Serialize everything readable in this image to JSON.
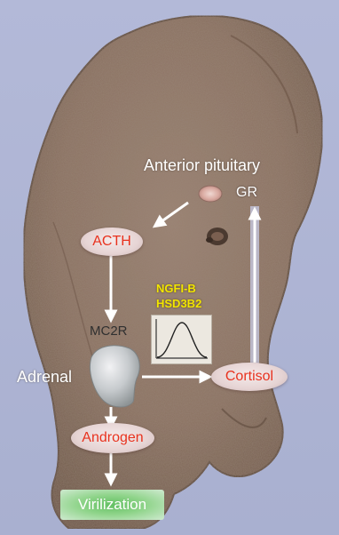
{
  "labels": {
    "anterior_pituitary": "Anterior pituitary",
    "gr": "GR",
    "acth": "ACTH",
    "enzyme_1": "NGFI-B",
    "enzyme_2": "HSD3B2",
    "mc2r": "MC2R",
    "adrenal": "Adrenal",
    "cortisol": "Cortisol",
    "androgen": "Androgen",
    "virilization": "Virilization"
  },
  "colors": {
    "background": "#aeb5d4",
    "tissue": "#8a7060",
    "hormone_text": "#e8321e",
    "enzyme_text": "#f2e600",
    "virilization_bg": "#63c063",
    "arrow": "#ffffff"
  }
}
